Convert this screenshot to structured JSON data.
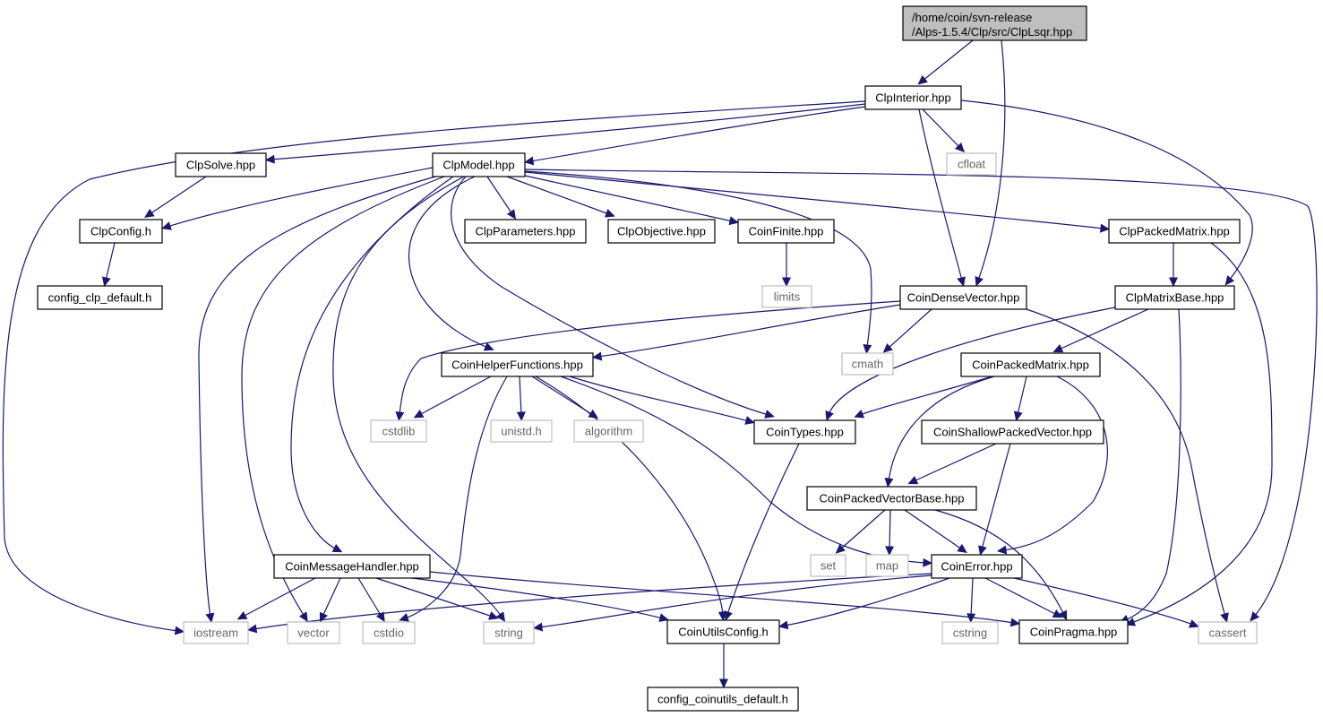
{
  "diagram": {
    "colors": {
      "edge": "#191970",
      "root_fill": "#bfbfbf",
      "system_border": "#bfbfbf",
      "system_text": "#666666"
    },
    "nodes": {
      "root": {
        "lines": [
          "/home/coin/svn-release",
          "/Alps-1.5.4/Clp/src/ClpLsqr.hpp"
        ]
      },
      "interior": {
        "lines": [
          "ClpInterior.hpp"
        ]
      },
      "cfloat": {
        "lines": [
          "cfloat"
        ]
      },
      "solve": {
        "lines": [
          "ClpSolve.hpp"
        ]
      },
      "model": {
        "lines": [
          "ClpModel.hpp"
        ]
      },
      "config": {
        "lines": [
          "ClpConfig.h"
        ]
      },
      "config_default": {
        "lines": [
          "config_clp_default.h"
        ]
      },
      "parameters": {
        "lines": [
          "ClpParameters.hpp"
        ]
      },
      "objective": {
        "lines": [
          "ClpObjective.hpp"
        ]
      },
      "coinfinite": {
        "lines": [
          "CoinFinite.hpp"
        ]
      },
      "packed_matrix": {
        "lines": [
          "ClpPackedMatrix.hpp"
        ]
      },
      "limits": {
        "lines": [
          "limits"
        ]
      },
      "dense_vector": {
        "lines": [
          "CoinDenseVector.hpp"
        ]
      },
      "matrix_base": {
        "lines": [
          "ClpMatrixBase.hpp"
        ]
      },
      "cmath": {
        "lines": [
          "cmath"
        ]
      },
      "helper": {
        "lines": [
          "CoinHelperFunctions.hpp"
        ]
      },
      "coin_packed_matrix": {
        "lines": [
          "CoinPackedMatrix.hpp"
        ]
      },
      "cstdlib": {
        "lines": [
          "cstdlib"
        ]
      },
      "unistd": {
        "lines": [
          "unistd.h"
        ]
      },
      "algorithm": {
        "lines": [
          "algorithm"
        ]
      },
      "types": {
        "lines": [
          "CoinTypes.hpp"
        ]
      },
      "shallow": {
        "lines": [
          "CoinShallowPackedVector.hpp"
        ]
      },
      "pvbase": {
        "lines": [
          "CoinPackedVectorBase.hpp"
        ]
      },
      "set": {
        "lines": [
          "set"
        ]
      },
      "map": {
        "lines": [
          "map"
        ]
      },
      "message": {
        "lines": [
          "CoinMessageHandler.hpp"
        ]
      },
      "error": {
        "lines": [
          "CoinError.hpp"
        ]
      },
      "iostream": {
        "lines": [
          "iostream"
        ]
      },
      "vector": {
        "lines": [
          "vector"
        ]
      },
      "cstdio": {
        "lines": [
          "cstdio"
        ]
      },
      "string": {
        "lines": [
          "string"
        ]
      },
      "utilsconfig": {
        "lines": [
          "CoinUtilsConfig.h"
        ]
      },
      "cstring": {
        "lines": [
          "cstring"
        ]
      },
      "pragma": {
        "lines": [
          "CoinPragma.hpp"
        ]
      },
      "cassert": {
        "lines": [
          "cassert"
        ]
      },
      "utils_default": {
        "lines": [
          "config_coinutils_default.h"
        ]
      }
    }
  }
}
